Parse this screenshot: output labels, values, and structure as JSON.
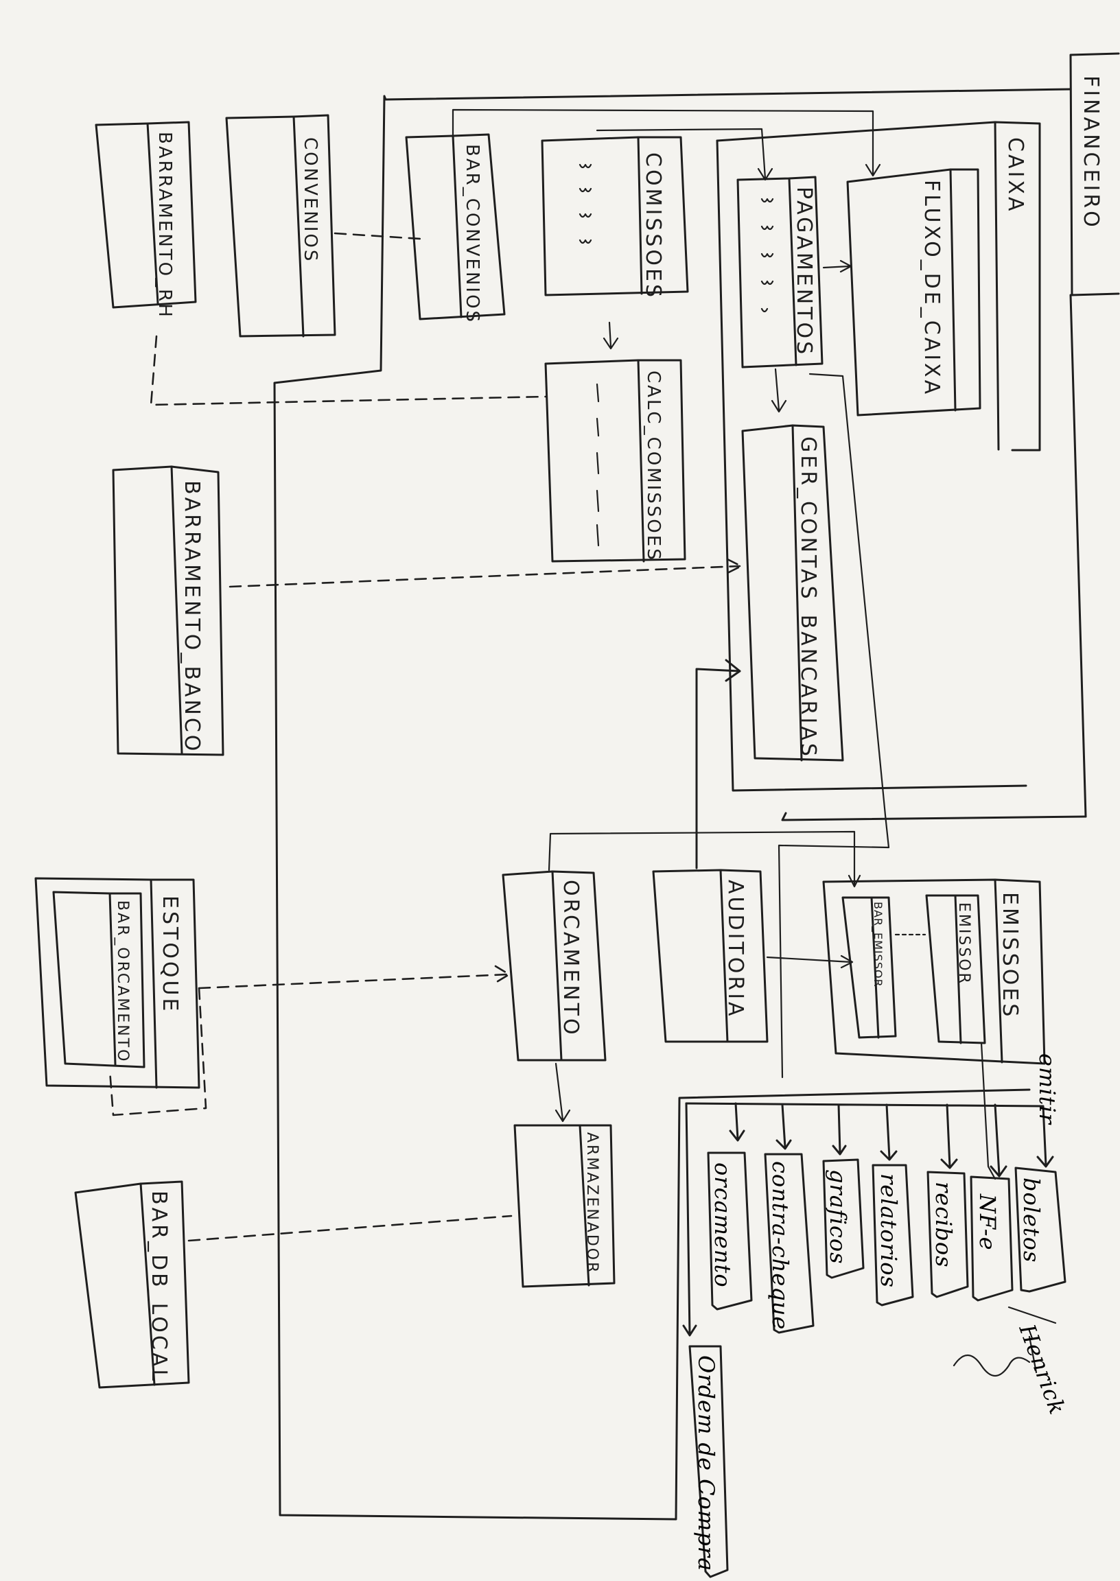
{
  "diagram": {
    "title": "FINANCEIRO",
    "boxes": {
      "caixa": "CAIXA",
      "fluxo_de_caixa": "FLUXO_DE_CAIXA",
      "pagamentos": "PAGAMENTOS",
      "comissoes": "COMISSOES",
      "calc_comissoes": "CALC_COMISSOES",
      "ger_contas_bancarias": "GER_CONTAS_BANCARIAS",
      "bar_convenios": "BAR_CONVENIOS",
      "convenios": "CONVENIOS",
      "barramento_rh": "BARRAMENTO_RH",
      "barramento_banco": "BARRAMENTO_BANCO",
      "estoque": "ESTOQUE",
      "bar_orcamento": "BAR_ORCAMENTO",
      "orcamento": "ORCAMENTO",
      "auditoria": "AUDITORIA",
      "emissoes": "EMISSOES",
      "emissor": "EMISSOR",
      "bar_emissor": "BAR_EMISSOR",
      "armazenador": "ARMAZENADOR",
      "bar_db_local": "BAR_DB_LOCAL"
    },
    "outputs": {
      "emitir_label": "emitir",
      "boletos": "boletos",
      "nfe": "NF-e",
      "recibos": "recibos",
      "relatorios": "relatorios",
      "graficos": "graficos",
      "contra_cheque": "contra-cheque",
      "orcamento": "orcamento",
      "ordem_de_compra": "Ordem de Compra"
    },
    "signature": "Henrick"
  }
}
